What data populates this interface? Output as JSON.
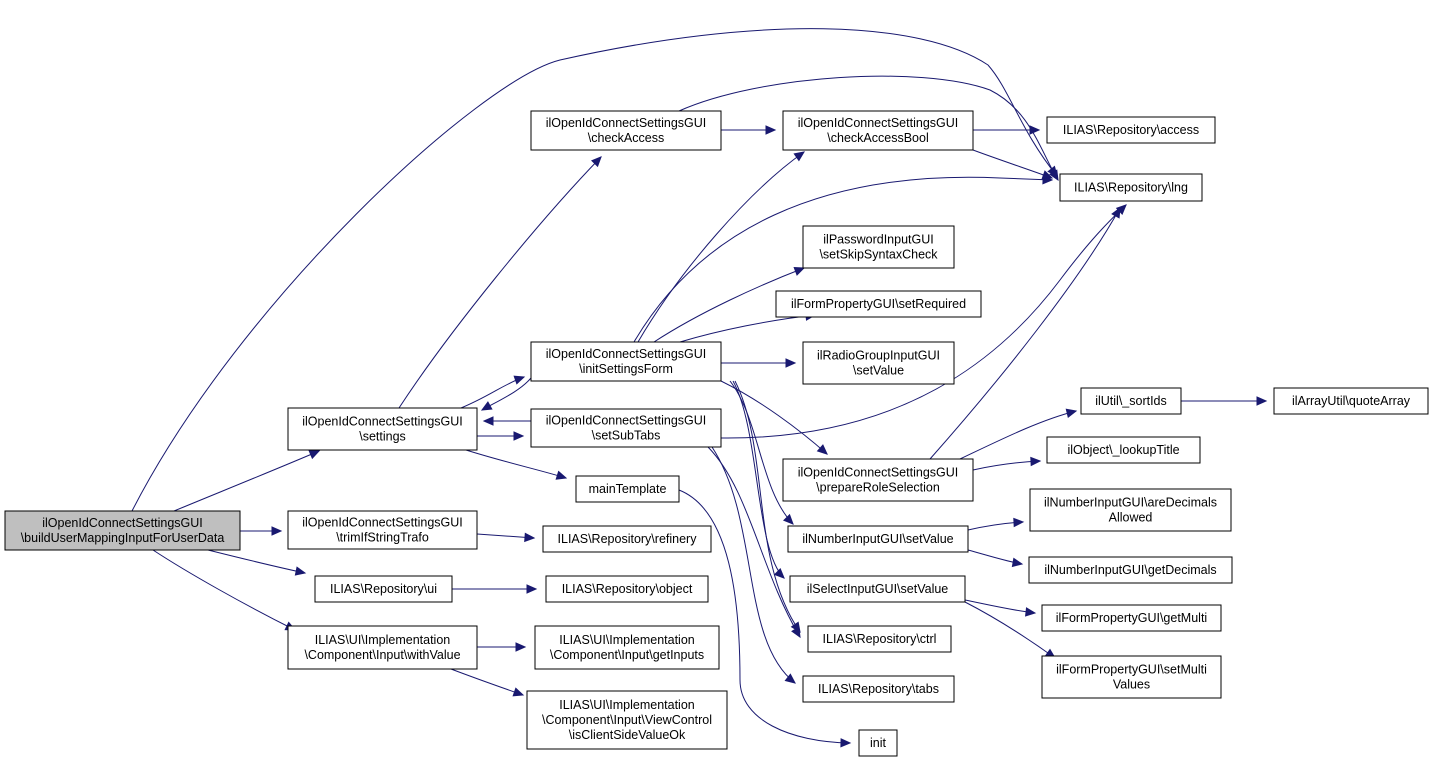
{
  "diagram": {
    "type": "call-graph",
    "edge_color": "#191970",
    "root_fill": "#bfbfbf",
    "node_fill": "#ffffff",
    "nodes": [
      {
        "id": "root",
        "lines": [
          "ilOpenIdConnectSettingsGUI",
          "\\buildUserMappingInputForUserData"
        ],
        "root": true
      },
      {
        "id": "settings",
        "lines": [
          "ilOpenIdConnectSettingsGUI",
          "\\settings"
        ]
      },
      {
        "id": "trim",
        "lines": [
          "ilOpenIdConnectSettingsGUI",
          "\\trimIfStringTrafo"
        ]
      },
      {
        "id": "ui",
        "lines": [
          "ILIAS\\Repository\\ui"
        ]
      },
      {
        "id": "withValue",
        "lines": [
          "ILIAS\\UI\\Implementation",
          "\\Component\\Input\\withValue"
        ]
      },
      {
        "id": "checkAccess",
        "lines": [
          "ilOpenIdConnectSettingsGUI",
          "\\checkAccess"
        ]
      },
      {
        "id": "initSettingsForm",
        "lines": [
          "ilOpenIdConnectSettingsGUI",
          "\\initSettingsForm"
        ]
      },
      {
        "id": "setSubTabs",
        "lines": [
          "ilOpenIdConnectSettingsGUI",
          "\\setSubTabs"
        ]
      },
      {
        "id": "mainTemplate",
        "lines": [
          "mainTemplate"
        ]
      },
      {
        "id": "refinery",
        "lines": [
          "ILIAS\\Repository\\refinery"
        ]
      },
      {
        "id": "object",
        "lines": [
          "ILIAS\\Repository\\object"
        ]
      },
      {
        "id": "getInputs",
        "lines": [
          "ILIAS\\UI\\Implementation",
          "\\Component\\Input\\getInputs"
        ]
      },
      {
        "id": "isClientSide",
        "lines": [
          "ILIAS\\UI\\Implementation",
          "\\Component\\Input\\ViewControl",
          "\\isClientSideValueOk"
        ]
      },
      {
        "id": "checkAccessBool",
        "lines": [
          "ilOpenIdConnectSettingsGUI",
          "\\checkAccessBool"
        ]
      },
      {
        "id": "setSkip",
        "lines": [
          "ilPasswordInputGUI",
          "\\setSkipSyntaxCheck"
        ]
      },
      {
        "id": "setRequired",
        "lines": [
          "ilFormPropertyGUI\\setRequired"
        ]
      },
      {
        "id": "radioSetValue",
        "lines": [
          "ilRadioGroupInputGUI",
          "\\setValue"
        ]
      },
      {
        "id": "prepareRole",
        "lines": [
          "ilOpenIdConnectSettingsGUI",
          "\\prepareRoleSelection"
        ]
      },
      {
        "id": "numSetValue",
        "lines": [
          "ilNumberInputGUI\\setValue"
        ]
      },
      {
        "id": "selSetValue",
        "lines": [
          "ilSelectInputGUI\\setValue"
        ]
      },
      {
        "id": "ctrl",
        "lines": [
          "ILIAS\\Repository\\ctrl"
        ]
      },
      {
        "id": "tabs",
        "lines": [
          "ILIAS\\Repository\\tabs"
        ]
      },
      {
        "id": "init",
        "lines": [
          "init"
        ]
      },
      {
        "id": "access",
        "lines": [
          "ILIAS\\Repository\\access"
        ]
      },
      {
        "id": "lng",
        "lines": [
          "ILIAS\\Repository\\lng"
        ]
      },
      {
        "id": "sortIds",
        "lines": [
          "ilUtil\\_sortIds"
        ]
      },
      {
        "id": "lookupTitle",
        "lines": [
          "ilObject\\_lookupTitle"
        ]
      },
      {
        "id": "areDecimals",
        "lines": [
          "ilNumberInputGUI\\areDecimals",
          "Allowed"
        ]
      },
      {
        "id": "getDecimals",
        "lines": [
          "ilNumberInputGUI\\getDecimals"
        ]
      },
      {
        "id": "getMulti",
        "lines": [
          "ilFormPropertyGUI\\getMulti"
        ]
      },
      {
        "id": "setMultiValues",
        "lines": [
          "ilFormPropertyGUI\\setMulti",
          "Values"
        ]
      },
      {
        "id": "quoteArray",
        "lines": [
          "ilArrayUtil\\quoteArray"
        ]
      }
    ],
    "edges": [
      {
        "from": "root",
        "to": "settings"
      },
      {
        "from": "root",
        "to": "trim"
      },
      {
        "from": "root",
        "to": "ui"
      },
      {
        "from": "root",
        "to": "withValue"
      },
      {
        "from": "root",
        "to": "lng"
      },
      {
        "from": "settings",
        "to": "checkAccess"
      },
      {
        "from": "settings",
        "to": "initSettingsForm"
      },
      {
        "from": "settings",
        "to": "setSubTabs"
      },
      {
        "from": "settings",
        "to": "mainTemplate"
      },
      {
        "from": "initSettingsForm",
        "to": "settings"
      },
      {
        "from": "setSubTabs",
        "to": "settings"
      },
      {
        "from": "trim",
        "to": "refinery"
      },
      {
        "from": "ui",
        "to": "object"
      },
      {
        "from": "withValue",
        "to": "getInputs"
      },
      {
        "from": "withValue",
        "to": "isClientSide"
      },
      {
        "from": "checkAccess",
        "to": "checkAccessBool"
      },
      {
        "from": "checkAccess",
        "to": "lng"
      },
      {
        "from": "initSettingsForm",
        "to": "checkAccessBool"
      },
      {
        "from": "initSettingsForm",
        "to": "lng"
      },
      {
        "from": "initSettingsForm",
        "to": "setSkip"
      },
      {
        "from": "initSettingsForm",
        "to": "setRequired"
      },
      {
        "from": "initSettingsForm",
        "to": "radioSetValue"
      },
      {
        "from": "initSettingsForm",
        "to": "prepareRole"
      },
      {
        "from": "initSettingsForm",
        "to": "numSetValue"
      },
      {
        "from": "initSettingsForm",
        "to": "selSetValue"
      },
      {
        "from": "initSettingsForm",
        "to": "ctrl"
      },
      {
        "from": "setSubTabs",
        "to": "lng"
      },
      {
        "from": "setSubTabs",
        "to": "ctrl"
      },
      {
        "from": "setSubTabs",
        "to": "tabs"
      },
      {
        "from": "mainTemplate",
        "to": "init"
      },
      {
        "from": "checkAccessBool",
        "to": "access"
      },
      {
        "from": "checkAccessBool",
        "to": "lng"
      },
      {
        "from": "prepareRole",
        "to": "lng"
      },
      {
        "from": "prepareRole",
        "to": "sortIds"
      },
      {
        "from": "prepareRole",
        "to": "lookupTitle"
      },
      {
        "from": "sortIds",
        "to": "quoteArray"
      },
      {
        "from": "numSetValue",
        "to": "areDecimals"
      },
      {
        "from": "numSetValue",
        "to": "getDecimals"
      },
      {
        "from": "selSetValue",
        "to": "getMulti"
      },
      {
        "from": "selSetValue",
        "to": "setMultiValues"
      }
    ]
  }
}
